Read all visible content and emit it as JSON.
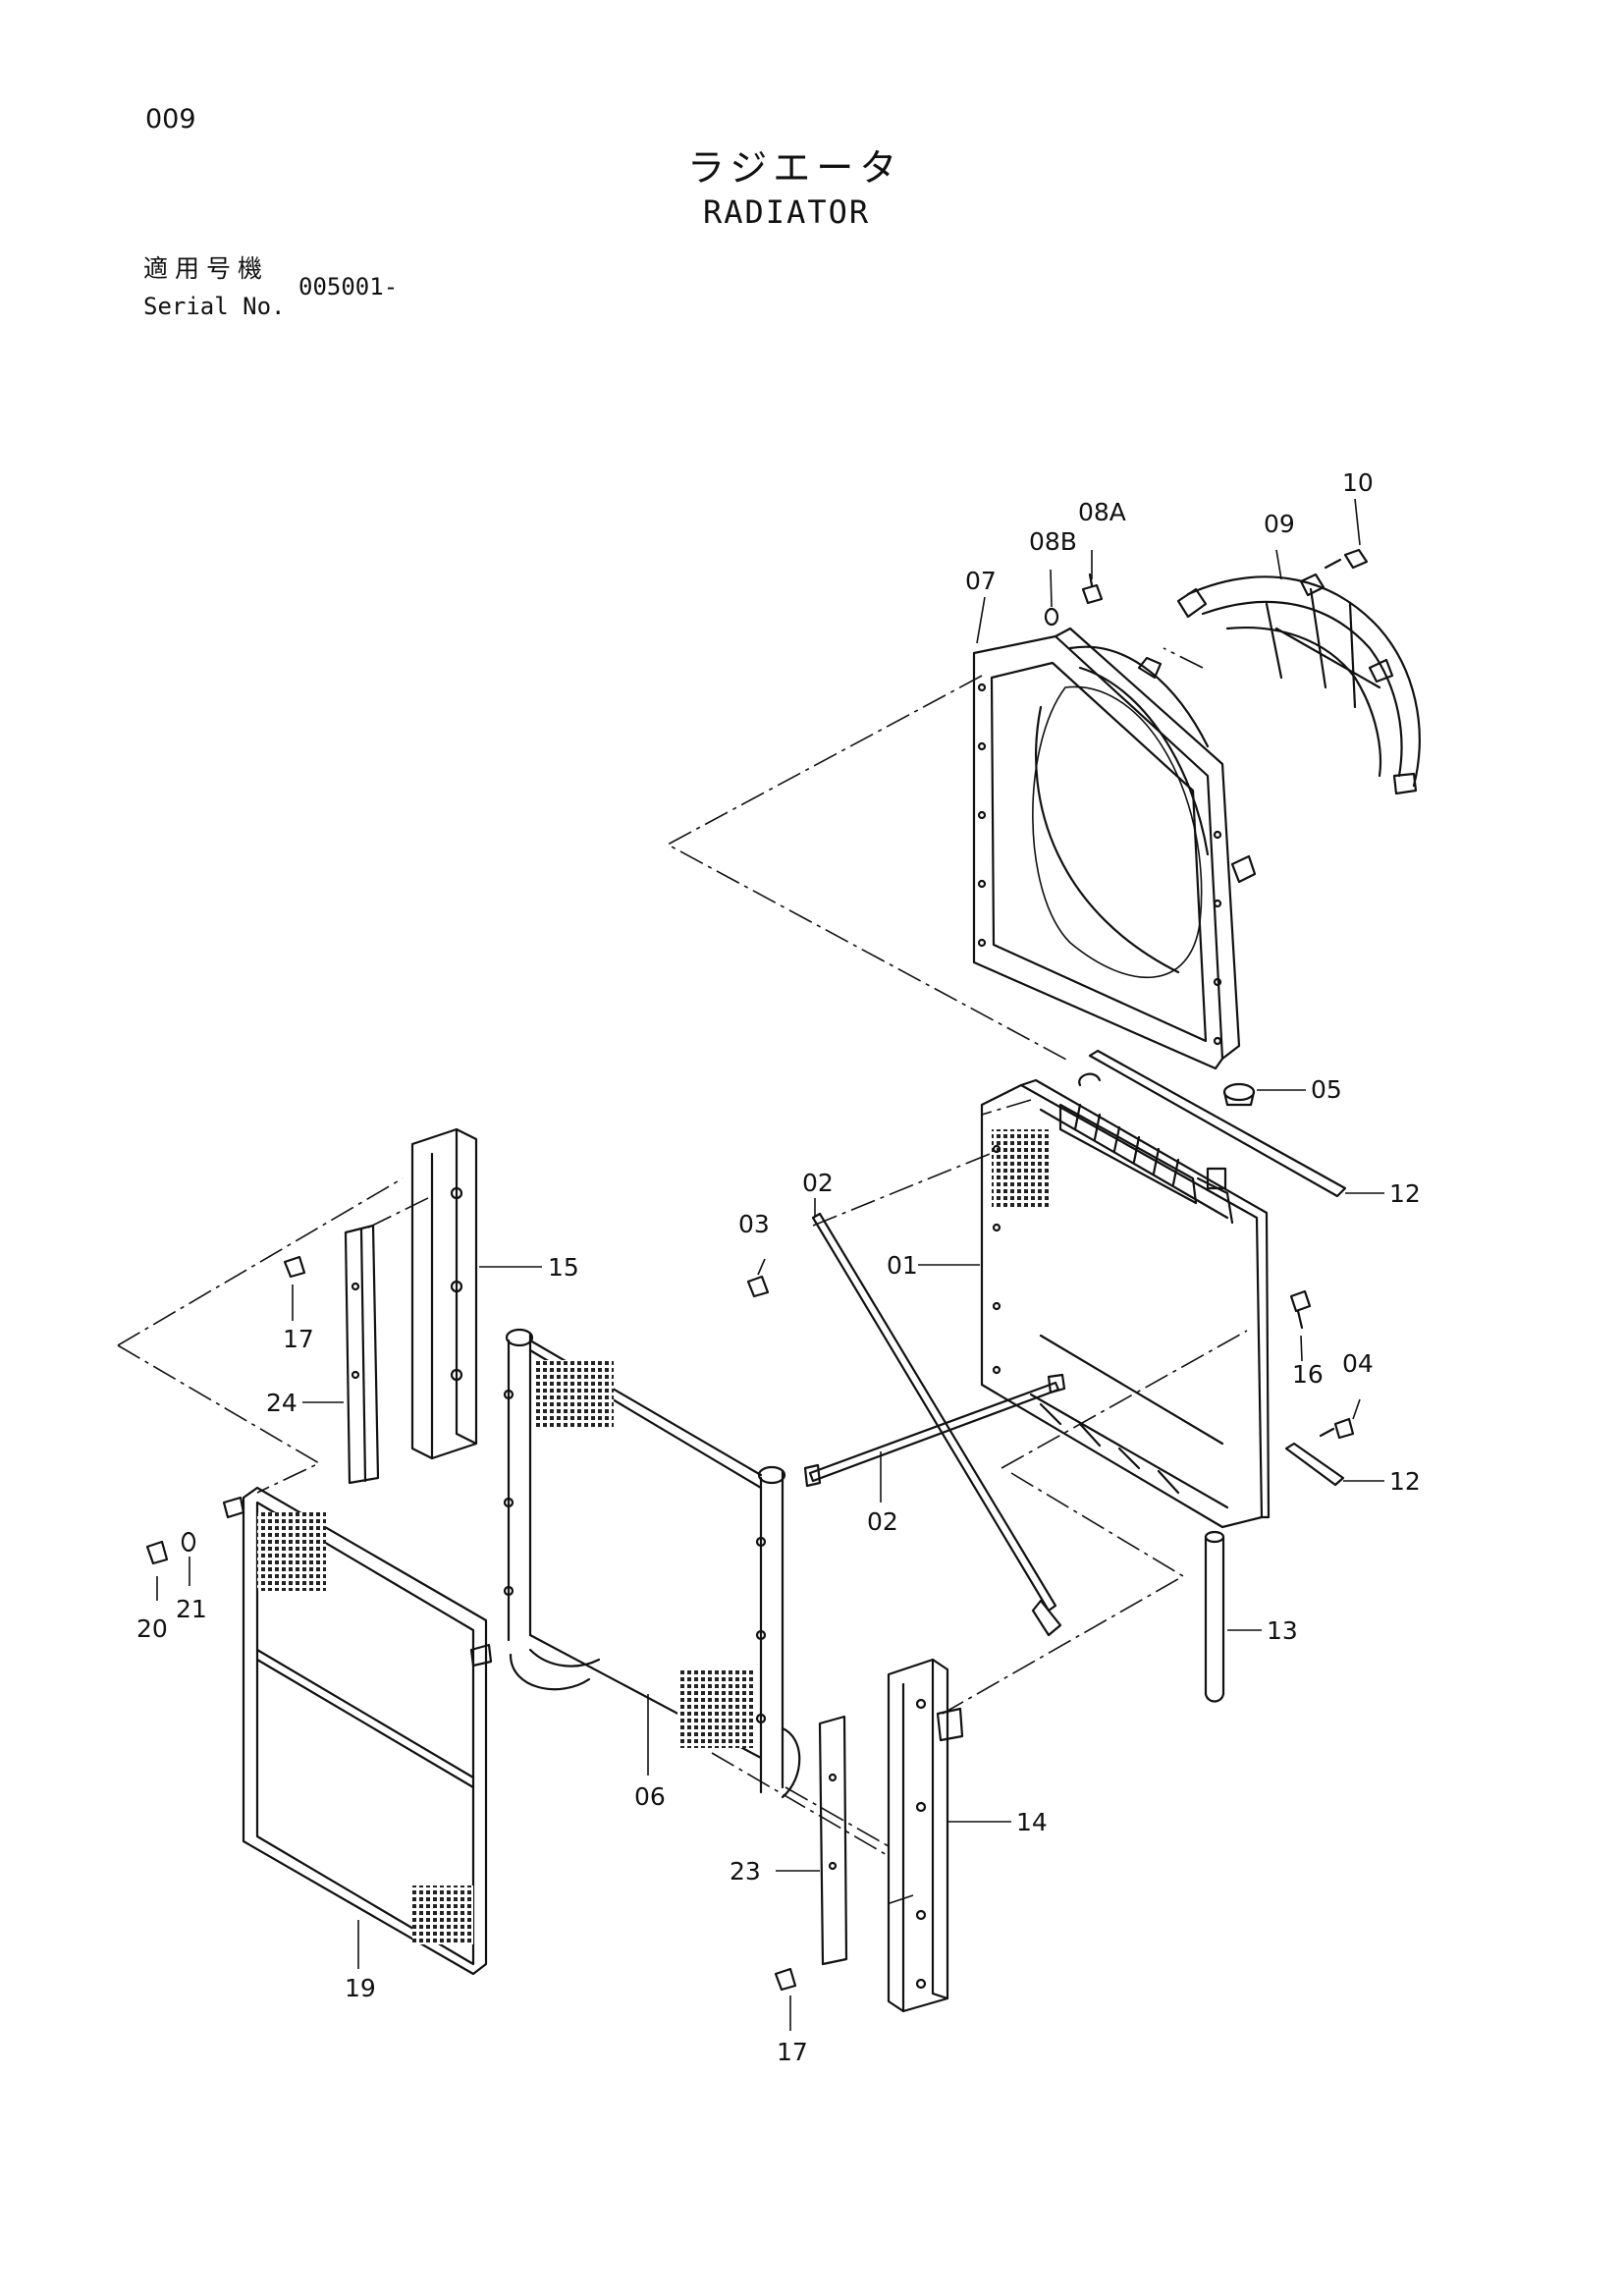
{
  "page": {
    "number": "009",
    "title_ja": "ラジエータ",
    "title_en": "RADIATOR",
    "serial_label_ja": "適用号機",
    "serial_label_en": "Serial No.",
    "serial_value": "005001-"
  },
  "callouts": [
    {
      "id": "c10",
      "text": "10"
    },
    {
      "id": "c08A",
      "text": "08A"
    },
    {
      "id": "c09",
      "text": "09"
    },
    {
      "id": "c08B",
      "text": "08B"
    },
    {
      "id": "c07",
      "text": "07"
    },
    {
      "id": "c05",
      "text": "05"
    },
    {
      "id": "c12a",
      "text": "12"
    },
    {
      "id": "c02a",
      "text": "02"
    },
    {
      "id": "c03",
      "text": "03"
    },
    {
      "id": "c01",
      "text": "01"
    },
    {
      "id": "c15",
      "text": "15"
    },
    {
      "id": "c17a",
      "text": "17"
    },
    {
      "id": "c24",
      "text": "24"
    },
    {
      "id": "c16",
      "text": "16"
    },
    {
      "id": "c04",
      "text": "04"
    },
    {
      "id": "c12b",
      "text": "12"
    },
    {
      "id": "c02b",
      "text": "02"
    },
    {
      "id": "c13",
      "text": "13"
    },
    {
      "id": "c20",
      "text": "20"
    },
    {
      "id": "c21",
      "text": "21"
    },
    {
      "id": "c06",
      "text": "06"
    },
    {
      "id": "c14",
      "text": "14"
    },
    {
      "id": "c23",
      "text": "23"
    },
    {
      "id": "c19",
      "text": "19"
    },
    {
      "id": "c17b",
      "text": "17"
    }
  ]
}
